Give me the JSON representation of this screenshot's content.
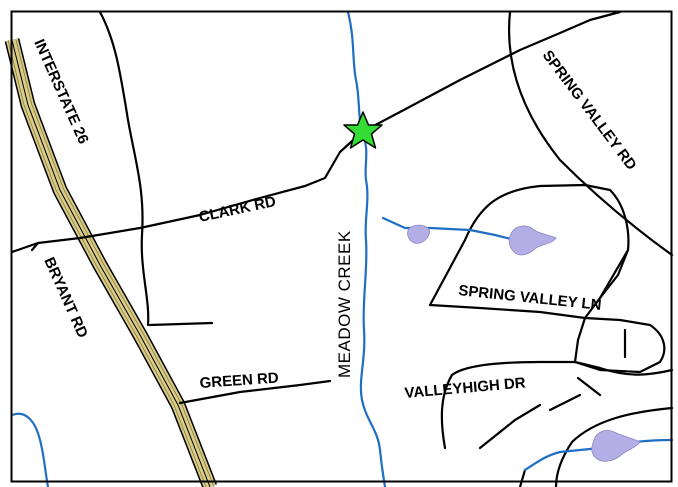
{
  "map": {
    "labels": {
      "interstate": "INTERSTATE 26",
      "bryant_rd": "BRYANT RD",
      "clark_rd": "CLARK RD",
      "green_rd": "GREEN RD",
      "meadow_creek": "MEADOW CREEK",
      "spring_valley_rd": "SPRING VALLEY RD",
      "spring_valley_ln": "SPRING VALLEY LN",
      "valleyhigh_dr": "VALLEYHIGH DR"
    },
    "colors": {
      "road": "#000000",
      "creek": "#1f6fc4",
      "pond": "#b3aee6",
      "marker": "#33dd33",
      "interstate_fill": "#d8cc88"
    },
    "marker": {
      "icon": "star-icon"
    }
  }
}
